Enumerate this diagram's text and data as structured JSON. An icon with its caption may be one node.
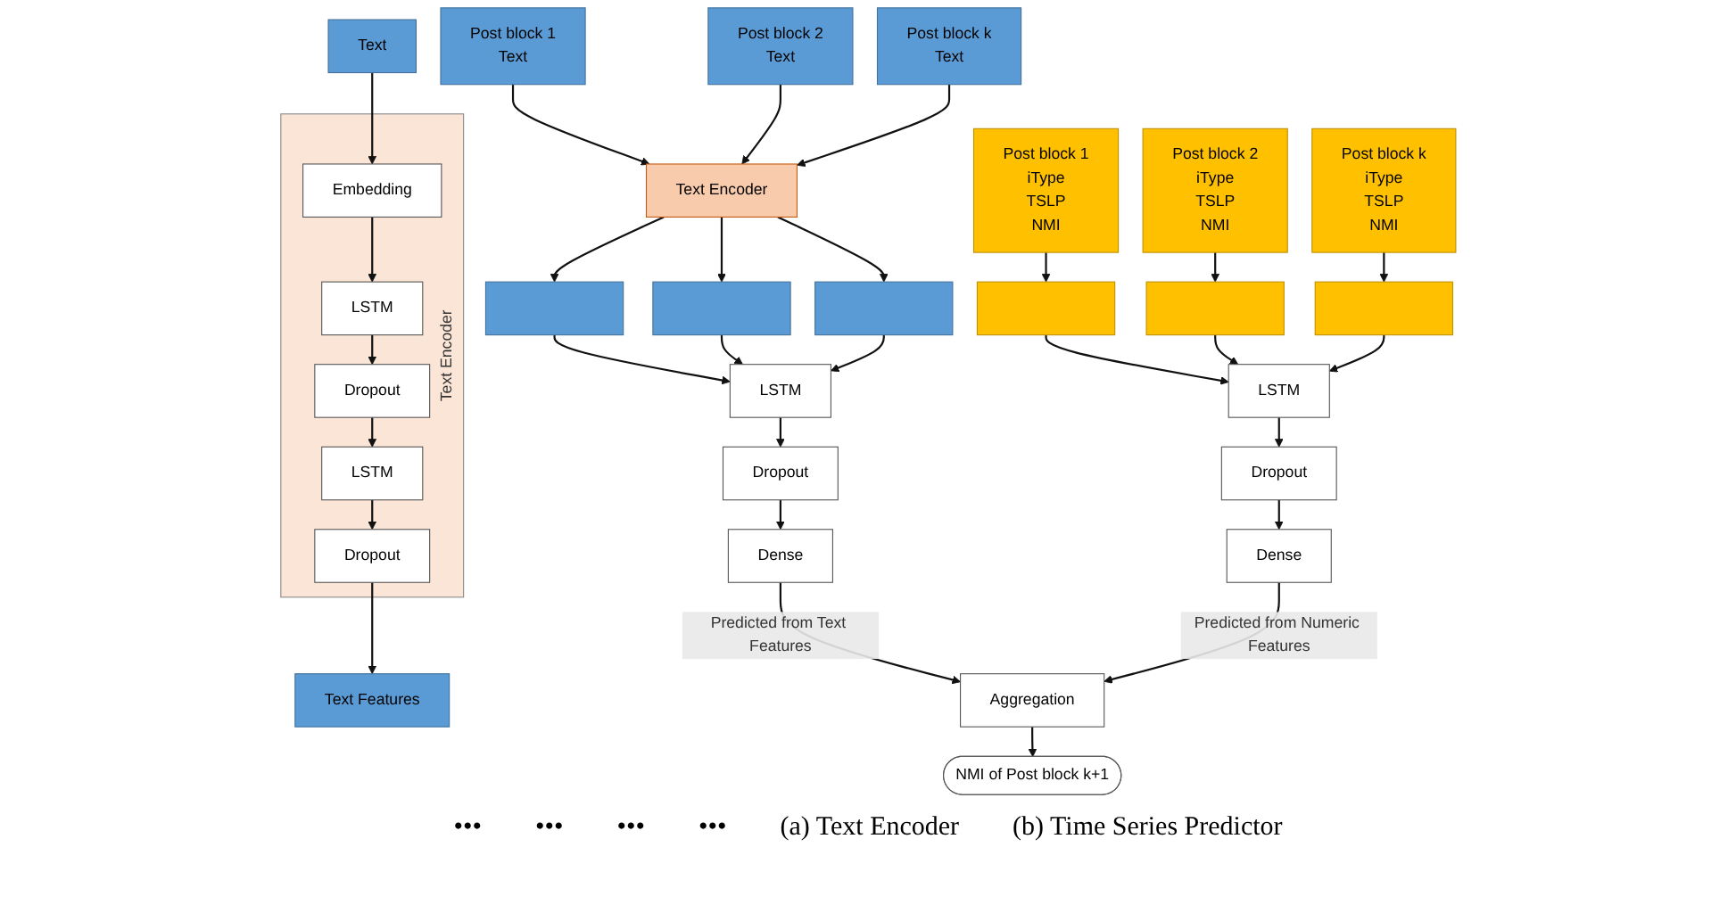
{
  "diagram": {
    "nodes": [
      {
        "text": [
          "Text"
        ]
      },
      {
        "text": [
          "Text Encoder"
        ]
      },
      {
        "text": [
          "Embedding"
        ],
        "in": 1
      },
      {
        "text": [
          "LSTM"
        ],
        "in": 1
      },
      {
        "text": [
          "Dropout"
        ],
        "in": 1
      },
      {
        "text": [
          "LSTM"
        ],
        "in": 1
      },
      {
        "text": [
          "Dropout"
        ],
        "in": 1
      },
      {
        "text": [
          "Text Features"
        ]
      },
      {
        "text": [
          "Post block 1",
          "Text"
        ]
      },
      {
        "text": [
          "Post block 2",
          "Text"
        ]
      },
      {
        "text": [
          "Post block k",
          "Text"
        ]
      },
      {
        "text": [
          "Text Encoder"
        ]
      },
      {
        "text": [],
        "shape": "bar"
      },
      {
        "text": [],
        "shape": "bar"
      },
      {
        "text": [],
        "shape": "bar"
      },
      {
        "text": [
          "LSTM"
        ]
      },
      {
        "text": [
          "Dropout"
        ]
      },
      {
        "text": [
          "Dense"
        ]
      },
      {
        "text": [
          "Post block 1",
          "iType",
          "TSLP",
          "NMI"
        ]
      },
      {
        "text": [
          "Post block 2",
          "iType",
          "TSLP",
          "NMI"
        ]
      },
      {
        "text": [
          "Post block k",
          "iType",
          "TSLP",
          "NMI"
        ]
      },
      {
        "text": [],
        "shape": "bar"
      },
      {
        "text": [],
        "shape": "bar"
      },
      {
        "text": [],
        "shape": "bar"
      },
      {
        "text": [
          "LSTM"
        ]
      },
      {
        "text": [
          "Dropout"
        ]
      },
      {
        "text": [
          "Dense"
        ]
      },
      {
        "text": [
          "Aggregation"
        ]
      },
      {
        "text": [
          "NMI of Post block k+1"
        ]
      }
    ],
    "edges": [
      {
        "from": 0,
        "to": 2,
        "arrow": "to"
      },
      {
        "from": 2,
        "to": 3,
        "arrow": "to"
      },
      {
        "from": 3,
        "to": 4,
        "arrow": "to"
      },
      {
        "from": 4,
        "to": 5,
        "arrow": "to"
      },
      {
        "from": 5,
        "to": 6,
        "arrow": "to"
      },
      {
        "from": 6,
        "to": 7,
        "arrow": "to"
      },
      {
        "from": 8,
        "to": 11,
        "arrow": "to"
      },
      {
        "from": 9,
        "to": 11,
        "arrow": "to"
      },
      {
        "from": 10,
        "to": 11,
        "arrow": "to"
      },
      {
        "from": 11,
        "to": 12,
        "arrow": "to"
      },
      {
        "from": 11,
        "to": 13,
        "arrow": "to"
      },
      {
        "from": 11,
        "to": 14,
        "arrow": "to"
      },
      {
        "from": 12,
        "to": 15,
        "arrow": "to"
      },
      {
        "from": 13,
        "to": 15,
        "arrow": "to"
      },
      {
        "from": 14,
        "to": 15,
        "arrow": "to"
      },
      {
        "from": 15,
        "to": 16,
        "arrow": "to"
      },
      {
        "from": 16,
        "to": 17,
        "arrow": "to"
      },
      {
        "from": 17,
        "to": 27,
        "arrow": "to",
        "label": "Predicted from Text Features"
      },
      {
        "from": 18,
        "to": 21,
        "arrow": "to"
      },
      {
        "from": 19,
        "to": 22,
        "arrow": "to"
      },
      {
        "from": 20,
        "to": 23,
        "arrow": "to"
      },
      {
        "from": 21,
        "to": 24,
        "arrow": "to"
      },
      {
        "from": 22,
        "to": 24,
        "arrow": "to"
      },
      {
        "from": 23,
        "to": 24,
        "arrow": "to"
      },
      {
        "from": 24,
        "to": 25,
        "arrow": "to"
      },
      {
        "from": 25,
        "to": 26,
        "arrow": "to"
      },
      {
        "from": 26,
        "to": 27,
        "arrow": "to",
        "label": "Predicted from Numeric Features"
      },
      {
        "from": 27,
        "to": 28,
        "arrow": "to"
      }
    ],
    "labels": [
      "•••",
      "•••",
      "•••",
      "•••",
      "(a) Text Encoder",
      "(b) Time Series Predictor"
    ]
  }
}
